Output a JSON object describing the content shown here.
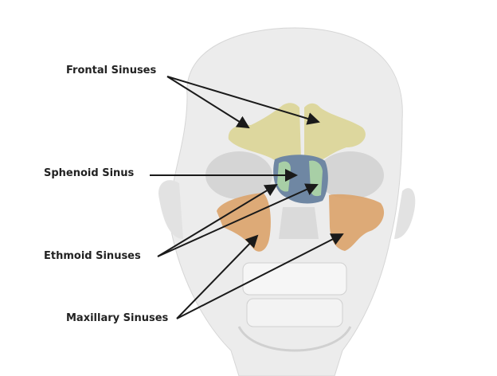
{
  "labels": {
    "frontal": "Frontal Sinuses",
    "sphenoid": "Sphenoid Sinus",
    "ethmoid": "Ethmoid Sinuses",
    "maxillary": "Maxillary Sinuses"
  },
  "colors": {
    "frontal": "#dcd596",
    "sphenoid": "#6f87a3",
    "ethmoid": "#a8cfa6",
    "maxillary": "#dca36a",
    "skull": "#e6e6e6",
    "arrow": "#1a1a1a"
  }
}
